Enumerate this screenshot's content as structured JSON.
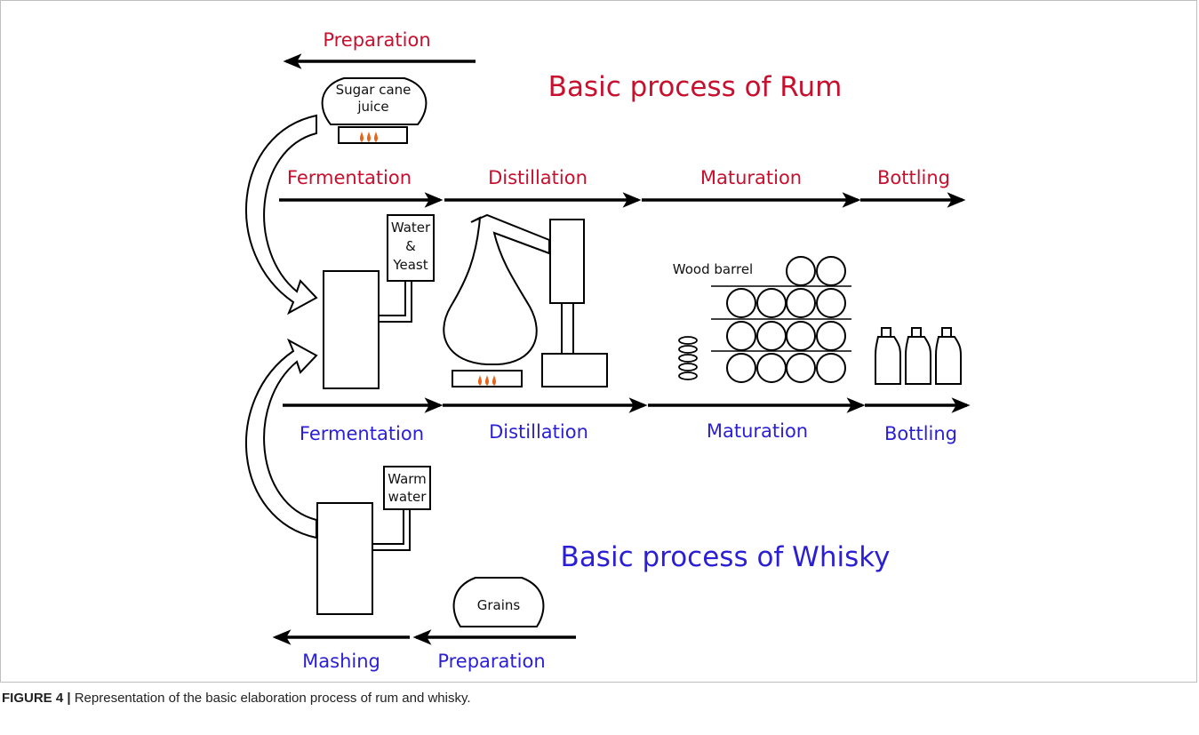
{
  "rum": {
    "title": "Basic process of Rum",
    "preparation": "Preparation",
    "ingredient_line1": "Sugar cane",
    "ingredient_line2": "juice",
    "fermentation": "Fermentation",
    "distillation": "Distillation",
    "maturation": "Maturation",
    "bottling": "Bottling",
    "tank_line1": "Water",
    "tank_line2": "&",
    "tank_line3": "Yeast"
  },
  "whisky": {
    "title": "Basic process of Whisky",
    "preparation": "Preparation",
    "mashing": "Mashing",
    "ingredient": "Grains",
    "fermentation": "Fermentation",
    "distillation": "Distillation",
    "maturation": "Maturation",
    "bottling": "Bottling",
    "tank_line1": "Warm",
    "tank_line2": "water"
  },
  "barrel_label": "Wood barrel",
  "caption": {
    "figure_number": "FIGURE 4 |",
    "text": " Representation of the basic elaboration process of rum and whisky."
  },
  "colors": {
    "rum": "#c8102e",
    "whisky": "#2b1fd6",
    "flame": "#e8641a"
  }
}
